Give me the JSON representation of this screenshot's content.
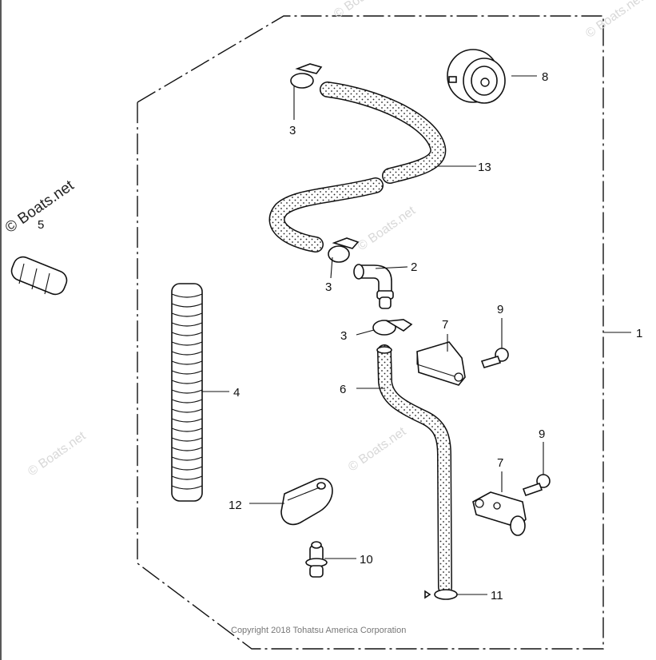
{
  "watermarks": {
    "main": "© Boats.net",
    "faint": [
      "© Boats.net",
      "© Boats.net",
      "© Boats.net",
      "© Boats.net",
      "© Boats.net"
    ]
  },
  "copyright": "Copyright 2018 Tohatsu America Corporation",
  "callouts": {
    "c1": "1",
    "c2": "2",
    "c3a": "3",
    "c3b": "3",
    "c3c": "3",
    "c4": "4",
    "c5": "5",
    "c6": "6",
    "c7a": "7",
    "c7b": "7",
    "c8": "8",
    "c9a": "9",
    "c9b": "9",
    "c10": "10",
    "c11": "11",
    "c12": "12",
    "c13": "13"
  }
}
